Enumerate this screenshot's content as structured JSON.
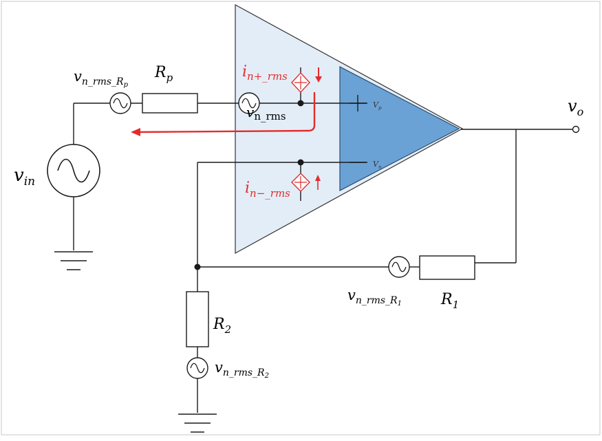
{
  "labels": {
    "vin_main": "v",
    "vin_sub": "in",
    "vo_main": "v",
    "vo_sub": "o",
    "rp_main": "R",
    "rp_sub": "p",
    "r1_main": "R",
    "r1_sub": "1",
    "r2_main": "R",
    "r2_sub": "2",
    "vn_rp_main": "v",
    "vn_rp_sub": "n_rms_R",
    "vn_rp_subsub": "p",
    "vn_r1_main": "v",
    "vn_r1_sub": "n_rms_R",
    "vn_r1_subsub": "1",
    "vn_r2_main": "v",
    "vn_r2_sub": "n_rms_R",
    "vn_r2_subsub": "2",
    "vn_amp_main": "v",
    "vn_amp_sub": "n_rms",
    "inp_main": "i",
    "inp_sub": "n+_rms",
    "inn_main": "i",
    "inn_sub": "n−_rms",
    "pin_plus_sym": "+",
    "pin_plus_main": "V",
    "pin_plus_sub": "p",
    "pin_minus_sym": "—",
    "pin_minus_main": "V",
    "pin_minus_sub": "n"
  },
  "colors": {
    "wire": "#1a1a1a",
    "noise_model_fill": "#e3edf7",
    "opamp_fill": "#6aa2d6",
    "noise_source": "#e32b2b"
  }
}
